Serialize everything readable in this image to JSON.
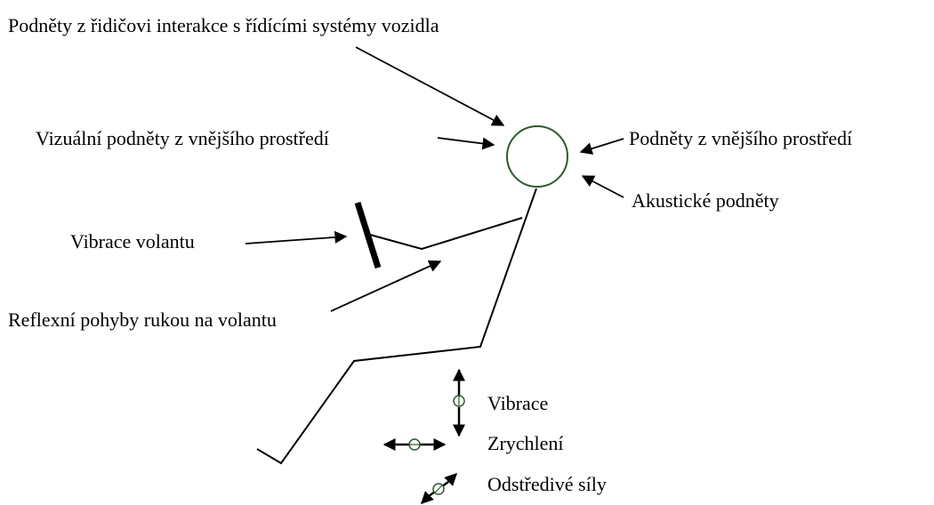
{
  "colors": {
    "ink": "#000000",
    "accent_green": "#2e5a2e",
    "background": "#ffffff"
  },
  "labels": {
    "top": "Podněty z řidičovi interakce s řídícími systémy vozidla",
    "visual": "Vizuální podněty z vnějšího prostředí",
    "environment": "Podněty z vnějšího prostředí",
    "acoustic": "Akustické podněty",
    "steering_vibration": "Vibrace volantu",
    "reflex": "Reflexní pohyby rukou na volantu"
  },
  "legend": {
    "vibration": "Vibrace",
    "acceleration": "Zrychlení",
    "centrifugal": "Odstředivé síly"
  }
}
